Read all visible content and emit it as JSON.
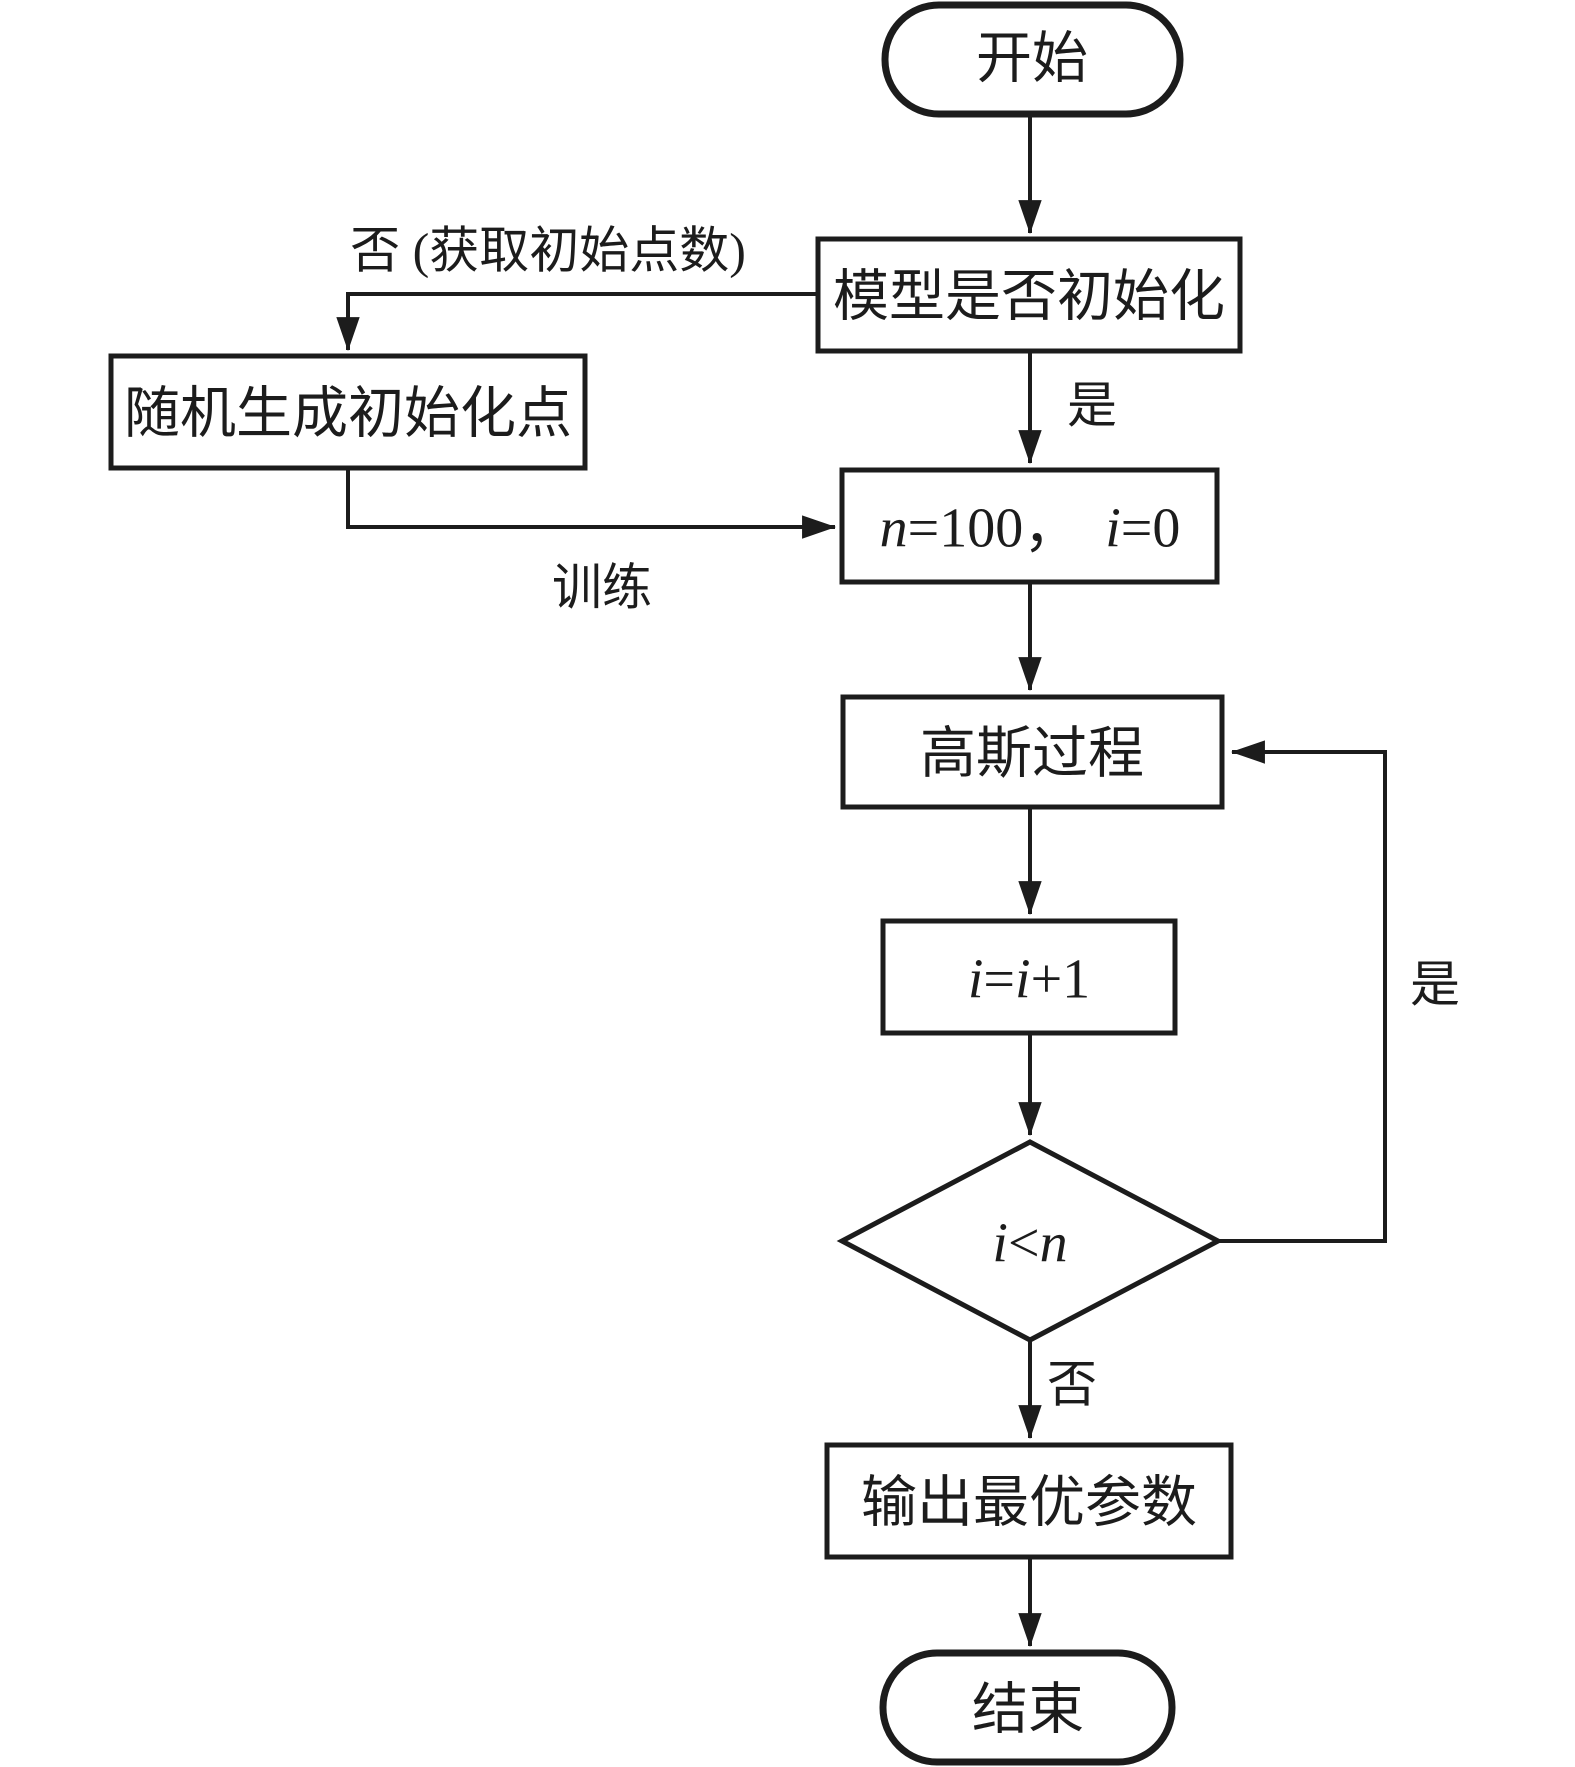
{
  "flowchart": {
    "colors": {
      "stroke": "#1c1c1c",
      "background": "#ffffff"
    },
    "nodes": {
      "start": {
        "label": "开始"
      },
      "model_init_check": {
        "label": "模型是否初始化"
      },
      "random_init": {
        "label": "随机生成初始化点"
      },
      "set_params": {
        "var_n": "n",
        "after_n": "=100，",
        "var_i": "i",
        "after_i": "=0"
      },
      "gaussian_process": {
        "label": "高斯过程"
      },
      "increment": {
        "var_i1": "i",
        "equals": "=",
        "var_i2": "i",
        "tail": "+1"
      },
      "loop_condition": {
        "var_i": "i",
        "op": "<",
        "var_n": "n"
      },
      "output_params": {
        "label": "输出最优参数"
      },
      "end": {
        "label": "结束"
      }
    },
    "edge_labels": {
      "no_branch": "否 (获取初始点数)",
      "yes_down": "是",
      "train": "训练",
      "loop_yes": "是",
      "no_down": "否"
    }
  }
}
